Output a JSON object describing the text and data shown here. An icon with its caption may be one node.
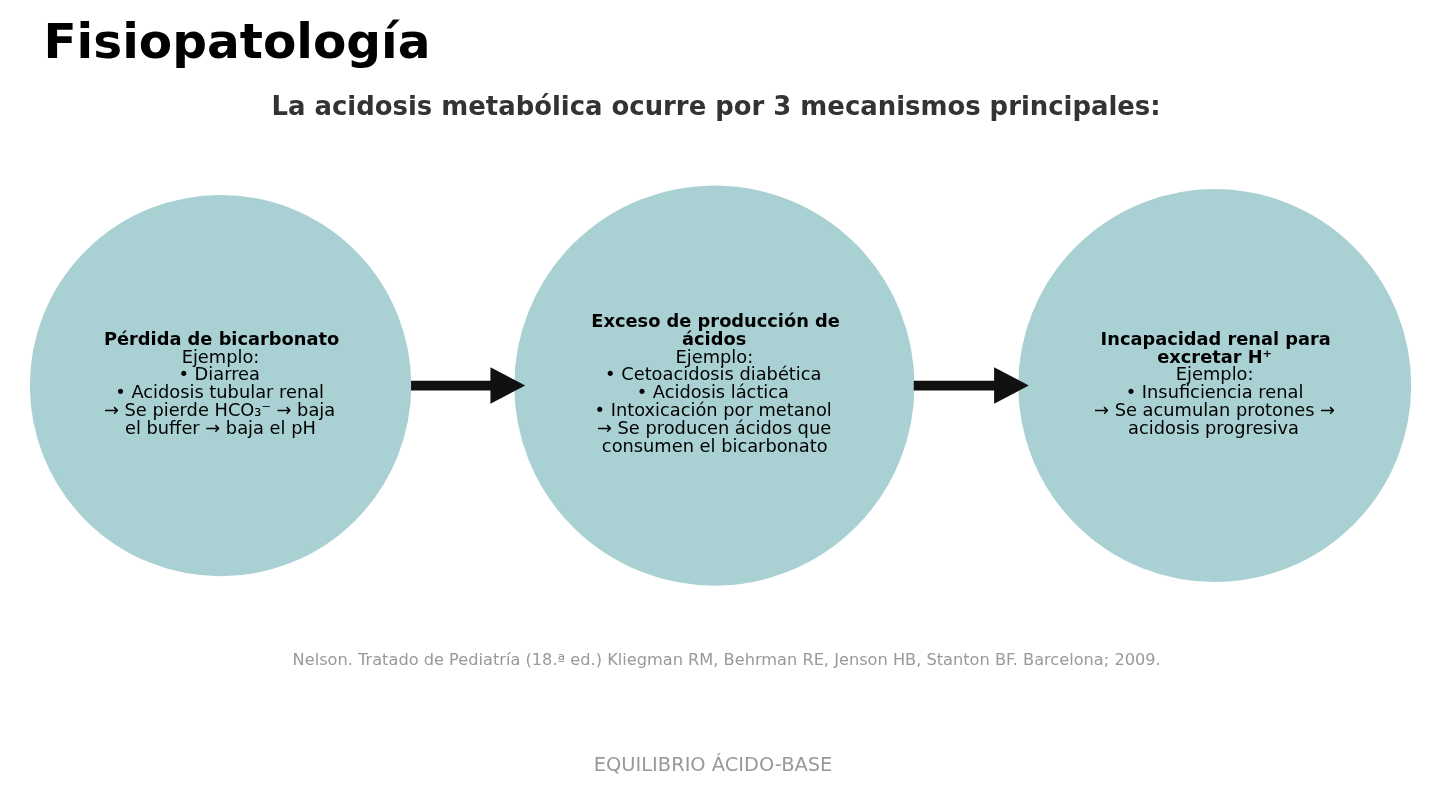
{
  "diagram": {
    "title": "Fisiopatología",
    "nodes": [
      {
        "text": [
          "Pérdida de bicarbonato",
          "Ejemplo:",
          "• Diarrea",
          "• Acidosis tubular renal",
          "→ Se pierde HCO₃⁻ → baja el buffer → baja el pH"
        ]
      },
      {
        "text": [
          "Exceso de producción de ácidos",
          "Ejemplo:",
          "• Cetoacidosis diabética",
          "• Acidosis láctica",
          "• Intoxicación por metanol",
          "→ Se producen ácidos que consumen el bicarbonato"
        ]
      },
      {
        "text": [
          "Incapacidad renal para excretar H⁺",
          "Ejemplo:",
          "• Insuficiencia renal",
          "→ Se acumulan protones → acidosis progresiva"
        ]
      }
    ],
    "edges": [
      {
        "from": 0,
        "to": 1,
        "arrow": "to"
      },
      {
        "from": 1,
        "to": 2,
        "arrow": "to"
      }
    ],
    "labels": [
      "La acidosis metabólica ocurre por 3 mecanismos principales:",
      "Nelson. Tratado de Pediatría (18.ª ed.) Kliegman RM, Behrman RE, Jenson HB, Stanton BF. Barcelona; 2009.",
      "EQUILIBRIO ÁCIDO-BASE"
    ]
  }
}
